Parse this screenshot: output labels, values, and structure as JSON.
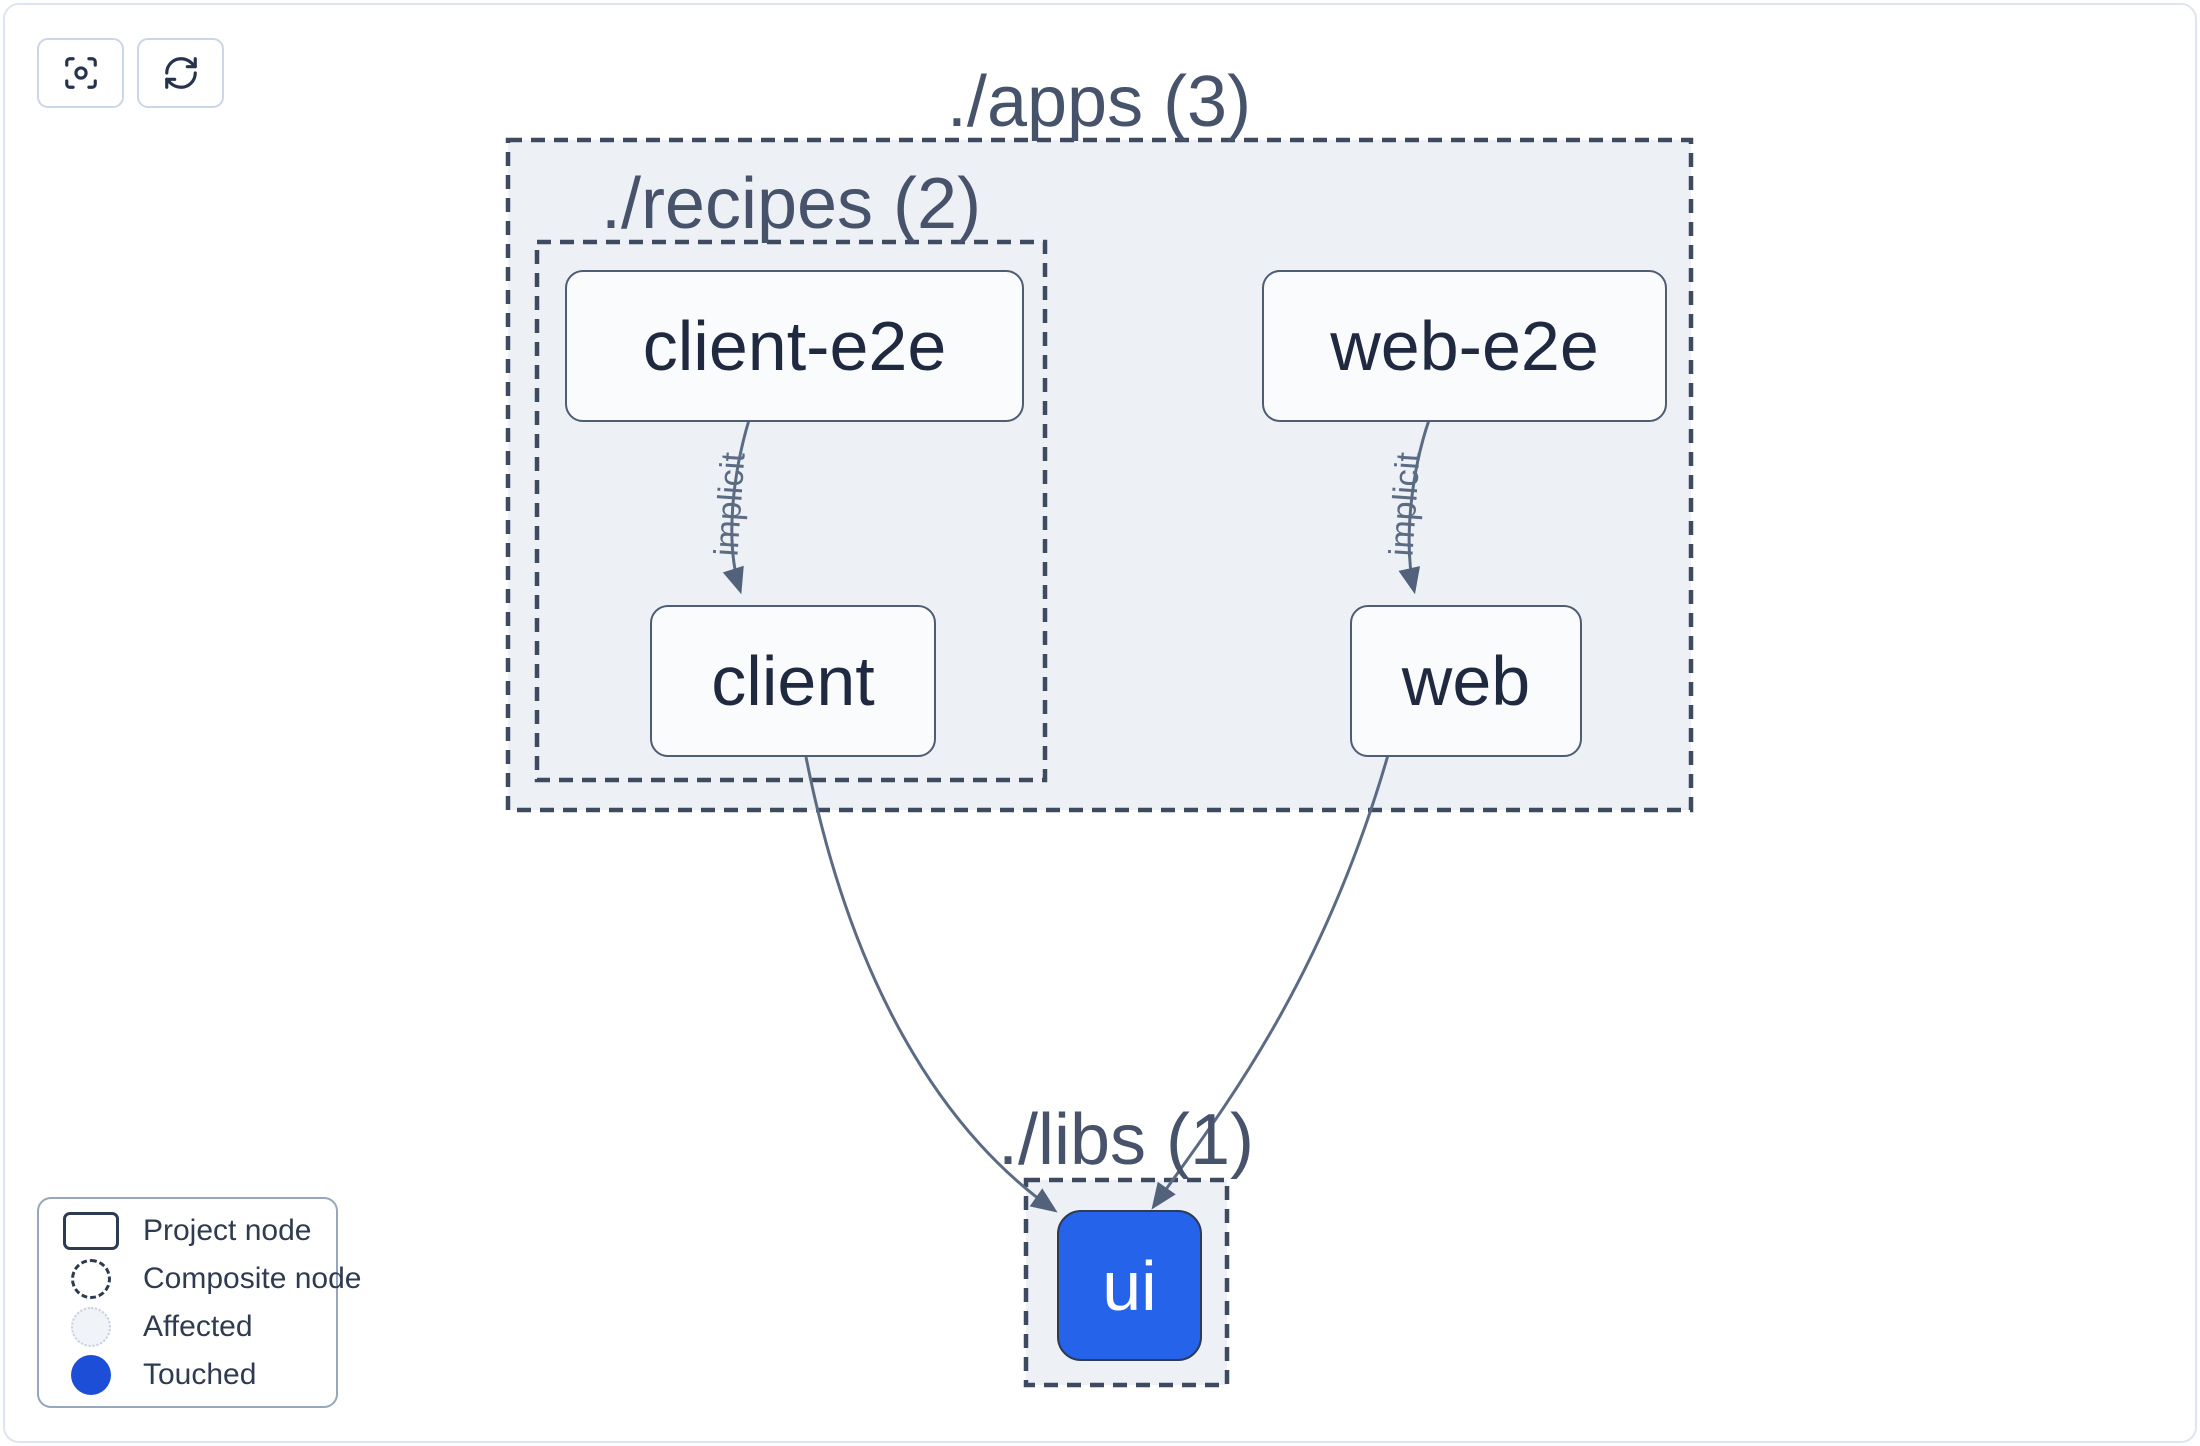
{
  "toolbar": {
    "buttons": [
      {
        "icon": "focus-icon"
      },
      {
        "icon": "refresh-icon"
      }
    ]
  },
  "groups": {
    "apps": {
      "label": "./apps (3)"
    },
    "recipes": {
      "label": "./recipes (2)"
    },
    "libs": {
      "label": "./libs (1)"
    }
  },
  "nodes": {
    "client_e2e": {
      "label": "client-e2e",
      "state": "normal"
    },
    "web_e2e": {
      "label": "web-e2e",
      "state": "normal"
    },
    "client": {
      "label": "client",
      "state": "normal"
    },
    "web": {
      "label": "web",
      "state": "normal"
    },
    "ui": {
      "label": "ui",
      "state": "touched"
    }
  },
  "edges": {
    "client_e2e_to_client": {
      "source": "client-e2e",
      "target": "client",
      "label": "implicit"
    },
    "web_e2e_to_web": {
      "source": "web-e2e",
      "target": "web",
      "label": "implicit"
    },
    "client_to_ui": {
      "source": "client",
      "target": "ui",
      "label": ""
    },
    "web_to_ui": {
      "source": "web",
      "target": "ui",
      "label": ""
    }
  },
  "legend": {
    "items": [
      {
        "swatch": "project",
        "label": "Project node"
      },
      {
        "swatch": "composite",
        "label": "Composite node"
      },
      {
        "swatch": "affected",
        "label": "Affected"
      },
      {
        "swatch": "touched",
        "label": "Touched"
      }
    ]
  },
  "colors": {
    "touched_node_fill": "#2563eb",
    "legend_touched_fill": "#1d4ed8",
    "affected_fill": "#f0f3f8",
    "group_fill": "#edf1f6",
    "dashed_border": "#3d4a5f",
    "edge_stroke": "#5c6b84",
    "node_border": "#4e5d74",
    "node_text": "#1f2940",
    "group_label_text": "#47536b"
  }
}
